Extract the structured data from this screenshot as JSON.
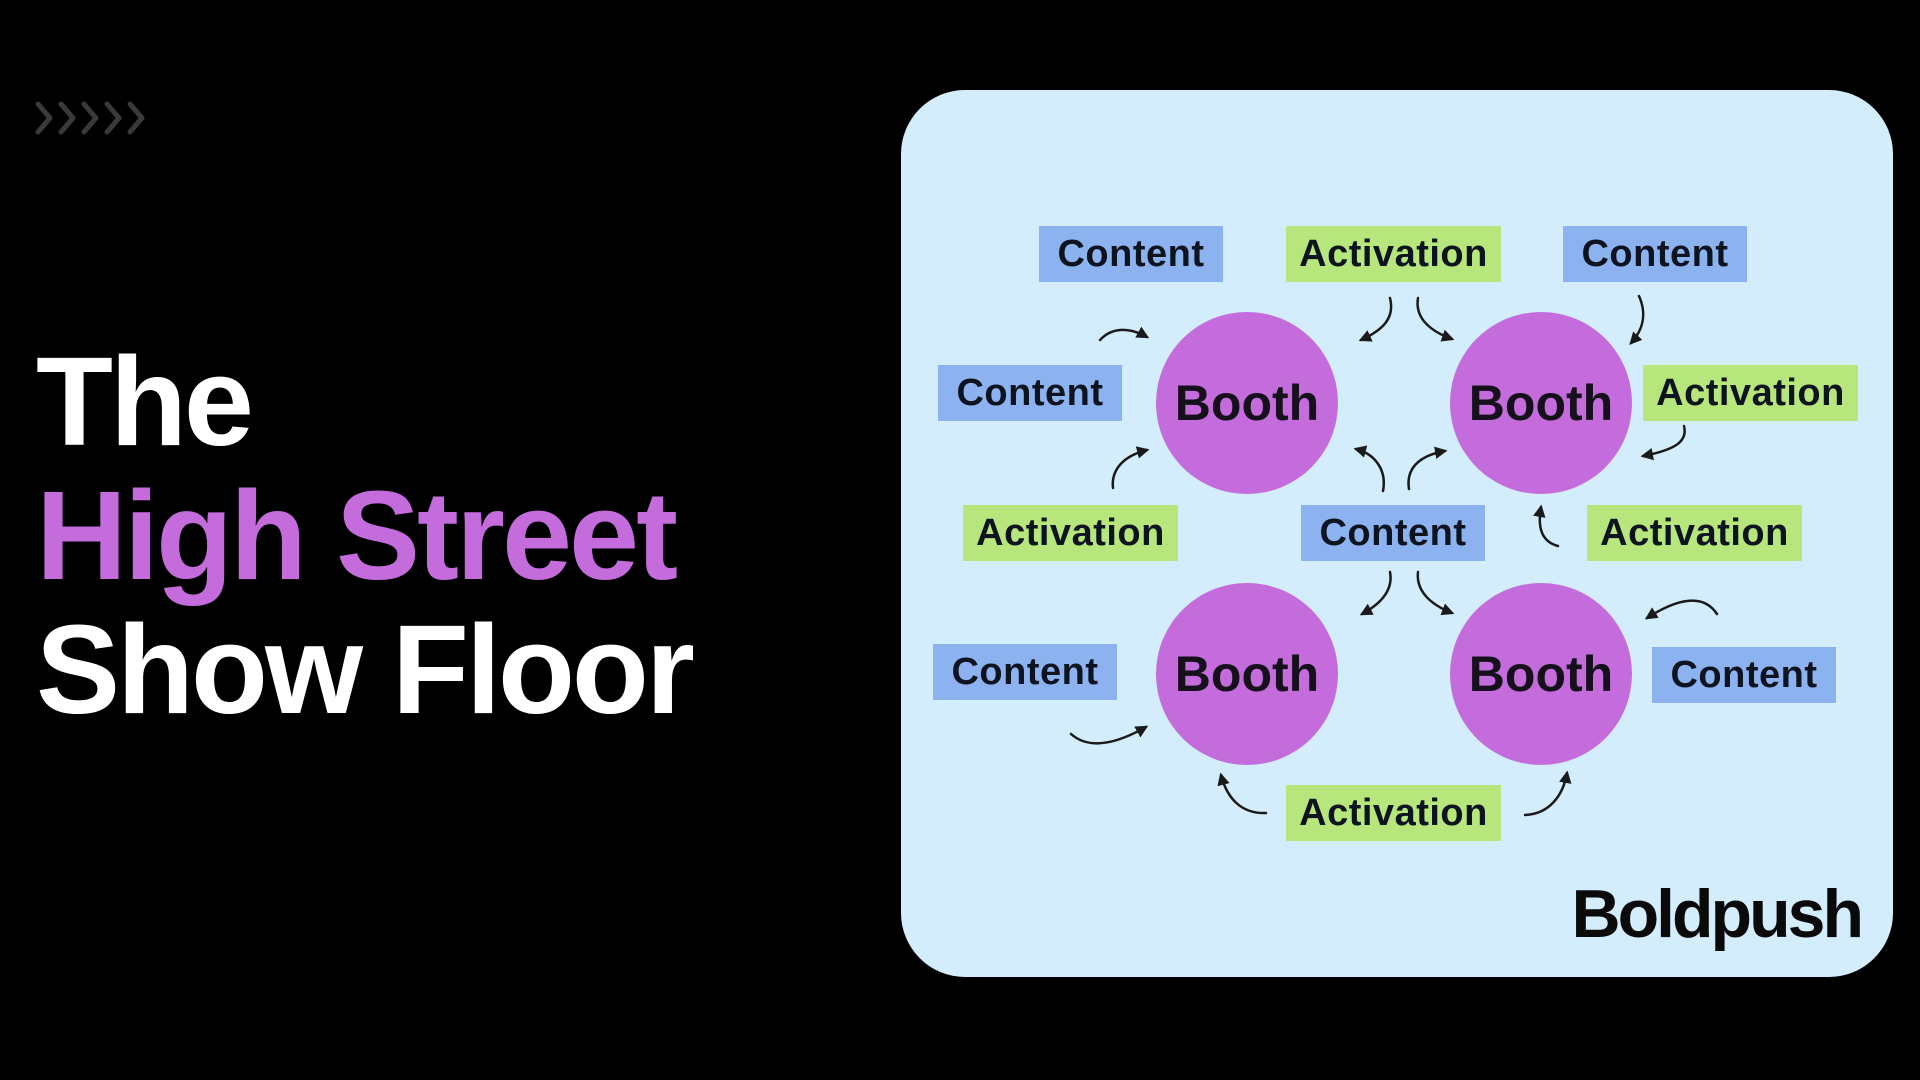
{
  "title": {
    "line1": "The",
    "line2": "High Street",
    "line3": "Show Floor"
  },
  "colors": {
    "background": "#000000",
    "panel": "#d3edfd",
    "booth": "#c46cdc",
    "content_tag": "#8cb2ef",
    "activation_tag": "#b6e67c",
    "accent_text": "#c46cdc"
  },
  "diagram": {
    "booth_label": "Booth",
    "content_label": "Content",
    "activation_label": "Activation"
  },
  "logo": {
    "text": "Boldpush"
  }
}
